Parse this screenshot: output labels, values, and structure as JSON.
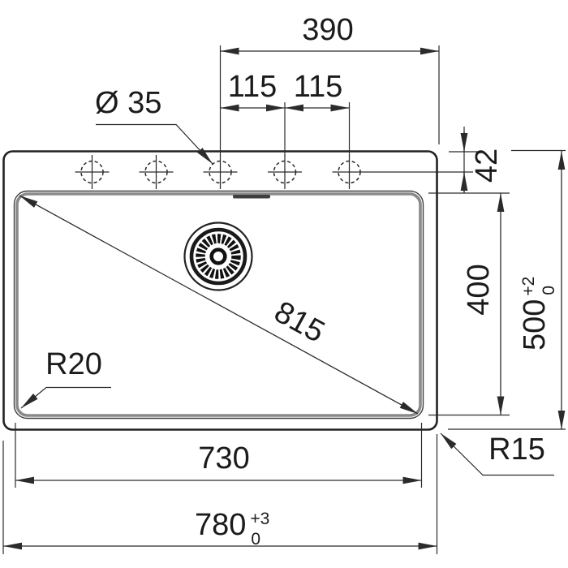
{
  "drawing": {
    "top": {
      "center_to_edge": "390",
      "hole_pitch_left": "115",
      "hole_pitch_right": "115",
      "hole_diameter": "Ø 35"
    },
    "right": {
      "edge_to_hole_axis": "42",
      "bowl_depth": "400",
      "overall_depth": "500",
      "overall_depth_tol_plus": "+2",
      "overall_depth_tol_minus": "0"
    },
    "center": {
      "diagonal": "815"
    },
    "left": {
      "bowl_corner_radius": "R20"
    },
    "bottom": {
      "bowl_width": "730",
      "overall_width": "780",
      "overall_width_tol_plus": "+3",
      "overall_width_tol_minus": "0",
      "outer_corner_radius": "R15"
    },
    "colors": {
      "line": "#2b2b2b",
      "bowl_edge": "#8a8a8a",
      "background": "#ffffff"
    }
  }
}
